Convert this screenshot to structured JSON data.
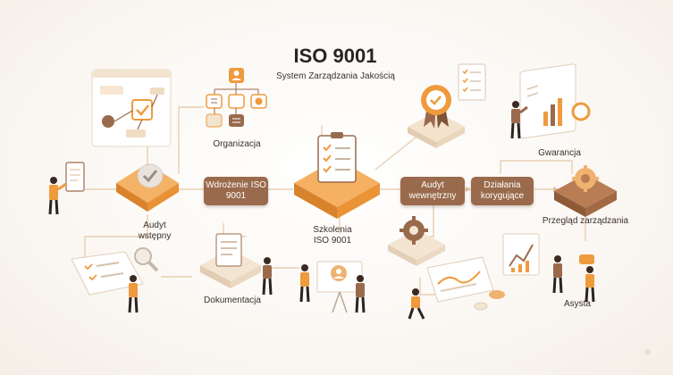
{
  "title": "ISO 9001",
  "subtitle": "System Zarządzania Jakością",
  "steps": {
    "wdrozenie": "Wdrożenie ISO 9001",
    "audyt_wewnetrzny": "Audyt wewnętrzny",
    "dzialania": "Działania korygujące"
  },
  "labels": {
    "organizacja": "Organizacja",
    "audyt_wstepny": "Audyt wstępny",
    "dokumentacja": "Dokumentacja",
    "szkolenia": "Szkolenia ISO 9001",
    "gwarancja": "Gwarancja",
    "przeglad": "Przegląd zarządzania",
    "asysta": "Asysta"
  },
  "colors": {
    "accent": "#ef9a3c",
    "brown": "#9a6a4c",
    "cream": "#f3e4cf",
    "line": "#e8cfb3"
  },
  "icons": [
    "check-icon",
    "user-icon",
    "gear-icon",
    "document-icon",
    "clipboard-icon",
    "badge-icon",
    "chart-icon",
    "presentation-icon"
  ]
}
